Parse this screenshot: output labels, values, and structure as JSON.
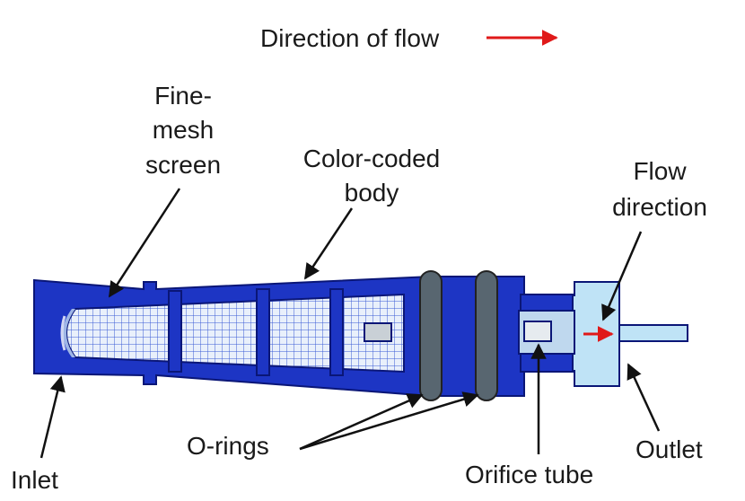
{
  "legend": {
    "text": "Direction of flow"
  },
  "labels": {
    "fine_mesh_screen": [
      "Fine-",
      "mesh",
      "screen"
    ],
    "color_coded_body": [
      "Color-coded",
      "body"
    ],
    "flow_direction": [
      "Flow",
      "direction"
    ],
    "inlet": "Inlet",
    "o_rings": "O-rings",
    "orifice_tube": "Orifice tube",
    "outlet": "Outlet"
  },
  "colors": {
    "body": "#1d35c4",
    "body_edge": "#0a1677",
    "mesh_bg": "#e9f0fb",
    "mesh_line": "#3b5bd6",
    "oring": "#586670",
    "outlet_fill": "#bfe3f6",
    "flow_arrow": "#e01919",
    "leader": "#111111"
  }
}
